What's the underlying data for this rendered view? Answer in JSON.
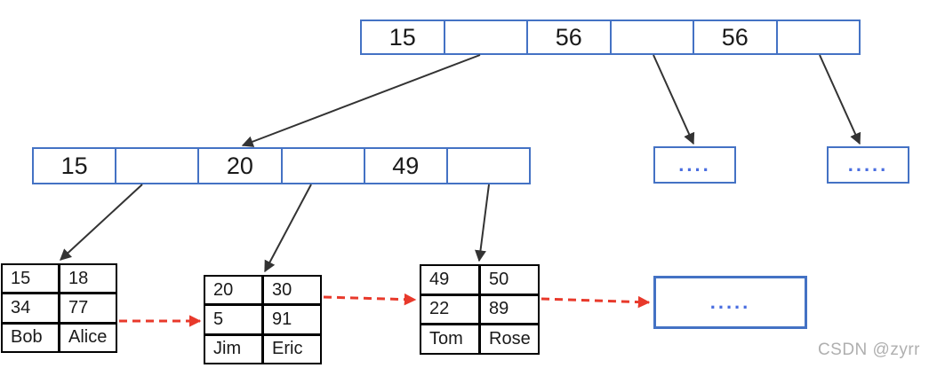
{
  "colors": {
    "node_border": "#4472C4",
    "dots": "#4A6EE0",
    "arrow": "#333333",
    "red_arrow": "#E8392B",
    "leaf_border": "#000000",
    "watermark": "#AFAFAF"
  },
  "root_node": {
    "cells": [
      "15",
      "",
      "56",
      "",
      "56",
      ""
    ]
  },
  "internal_node": {
    "cells": [
      "15",
      "",
      "20",
      "",
      "49",
      ""
    ]
  },
  "ellipsis": {
    "mid_left": "....",
    "mid_right": ".....",
    "leaf": "....."
  },
  "leaf_tables": [
    {
      "rows": [
        [
          "15",
          "18"
        ],
        [
          "34",
          "77"
        ],
        [
          "Bob",
          "Alice"
        ]
      ]
    },
    {
      "rows": [
        [
          "20",
          "30"
        ],
        [
          "5",
          "91"
        ],
        [
          "Jim",
          "Eric"
        ]
      ]
    },
    {
      "rows": [
        [
          "49",
          "50"
        ],
        [
          "22",
          "89"
        ],
        [
          "Tom",
          "Rose"
        ]
      ]
    }
  ],
  "watermark": "CSDN @zyrr"
}
